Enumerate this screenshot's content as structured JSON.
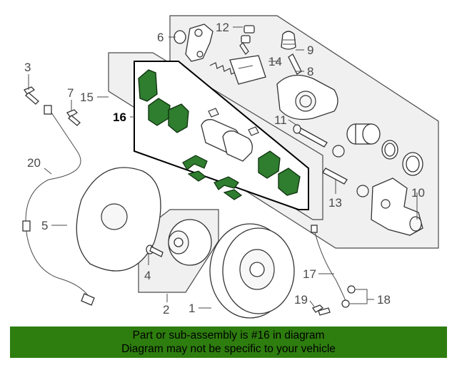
{
  "callouts": [
    {
      "id": "1",
      "label": "1"
    },
    {
      "id": "2",
      "label": "2"
    },
    {
      "id": "3",
      "label": "3"
    },
    {
      "id": "4",
      "label": "4"
    },
    {
      "id": "5",
      "label": "5"
    },
    {
      "id": "6",
      "label": "6"
    },
    {
      "id": "7",
      "label": "7"
    },
    {
      "id": "8",
      "label": "8"
    },
    {
      "id": "9",
      "label": "9"
    },
    {
      "id": "10",
      "label": "10"
    },
    {
      "id": "11",
      "label": "11"
    },
    {
      "id": "12",
      "label": "12"
    },
    {
      "id": "13",
      "label": "13"
    },
    {
      "id": "14",
      "label": "14"
    },
    {
      "id": "15",
      "label": "15"
    },
    {
      "id": "16",
      "label": "16"
    },
    {
      "id": "17",
      "label": "17"
    },
    {
      "id": "18",
      "label": "18"
    },
    {
      "id": "19",
      "label": "19"
    },
    {
      "id": "20",
      "label": "20"
    }
  ],
  "highlight": {
    "callout": "16",
    "color": "#2f7d2f"
  },
  "banner": {
    "line1": "Part or sub-assembly is #16 in diagram",
    "line2": "Diagram may not be specific to your vehicle",
    "color": "#2e7d0f"
  }
}
